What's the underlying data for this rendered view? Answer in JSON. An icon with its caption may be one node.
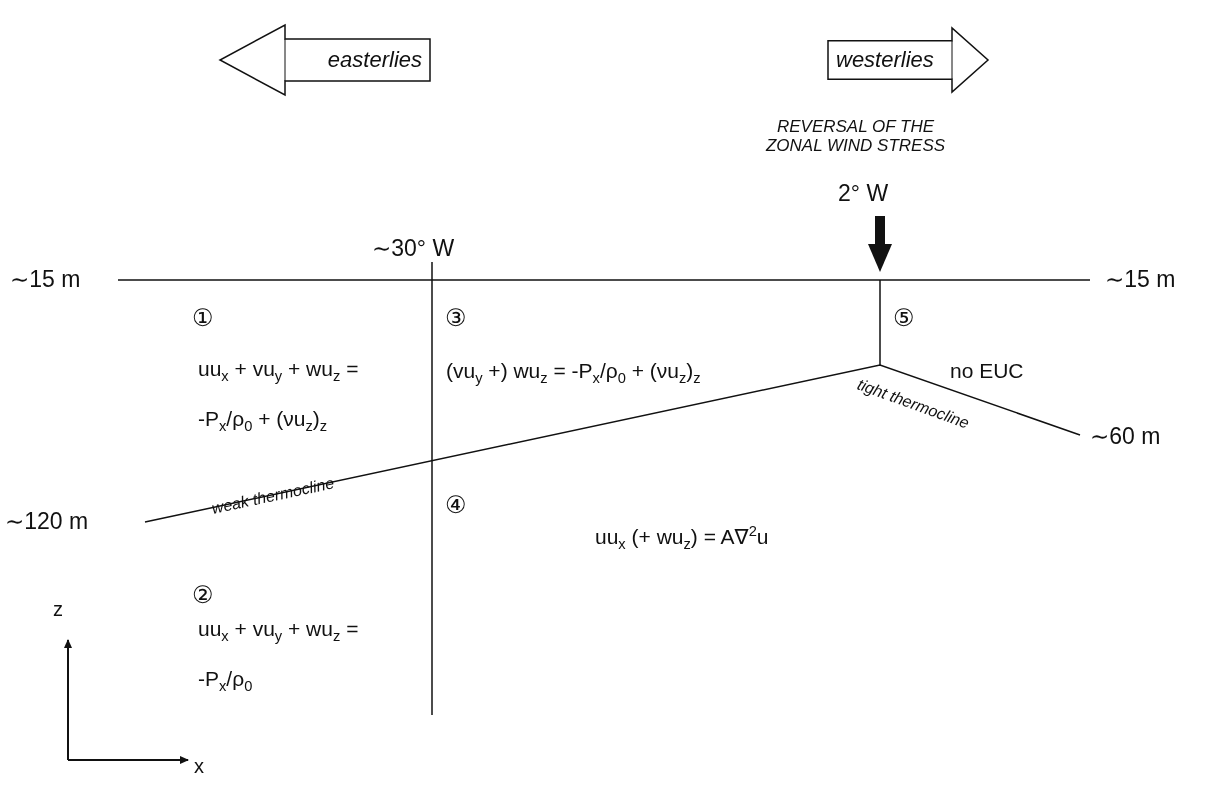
{
  "diagram": {
    "nodes": [
      {
        "text": [
          "easterlies"
        ]
      },
      {
        "text": [
          "westerlies"
        ]
      }
    ],
    "edges": [],
    "labels": [
      "REVERSAL OF THE ZONAL WIND STRESS",
      "∼30° W",
      "2° W",
      "∼15 m",
      "∼15 m",
      "①",
      "③",
      "⑤",
      "uu$_{x}$ + vu$_{y}$ + wu$_{z}$ =",
      "-P$_{x}$/ρ$_{0}$ + (νu$_{z}$)$_{z}$",
      "(vu$_{y}$ +) wu$_{z}$ = -P$_{x}$/ρ$_{0}$ + (νu$_{z}$)$_{z}$",
      "no EUC",
      "tight thermocline",
      "∼60 m",
      "weak thermocline",
      "∼120 m",
      "④",
      "uu$_{x}$ (+ wu$_{z}$) = A∇$^{2}$u",
      "②",
      "uu$_{x}$ + vu$_{y}$ + wu$_{z}$ =",
      "-P$_{x}$/ρ$_{0}$",
      "z",
      "x"
    ]
  }
}
